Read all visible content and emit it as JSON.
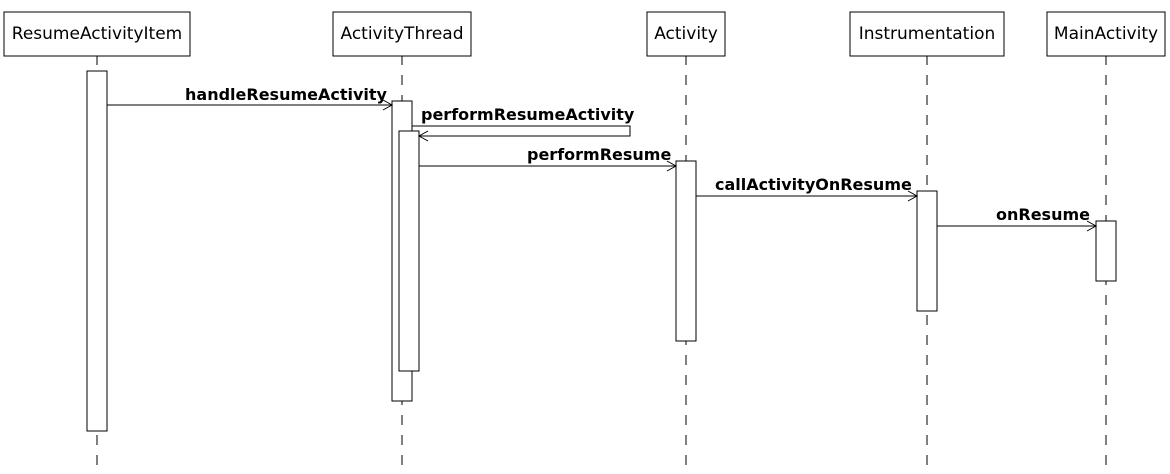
{
  "participants": [
    {
      "label": "ResumeActivityItem"
    },
    {
      "label": "ActivityThread"
    },
    {
      "label": "Activity"
    },
    {
      "label": "Instrumentation"
    },
    {
      "label": "MainActivity"
    }
  ],
  "messages": [
    {
      "label": "handleResumeActivity"
    },
    {
      "label": "performResumeActivity"
    },
    {
      "label": "performResume"
    },
    {
      "label": "callActivityOnResume"
    },
    {
      "label": "onResume"
    }
  ],
  "colors": {
    "line": "#000000",
    "background": "#ffffff"
  }
}
